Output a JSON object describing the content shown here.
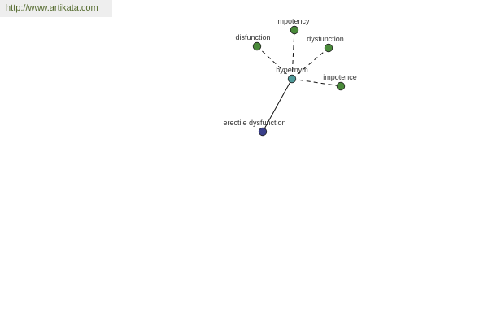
{
  "watermark": {
    "url": "http://www.artikata.com"
  },
  "graph": {
    "center": {
      "id": "hypernym",
      "label": "hypernym",
      "color": "#4f9a9a"
    },
    "nodes": [
      {
        "id": "impotency",
        "label": "impotency",
        "color": "#4a8a3a"
      },
      {
        "id": "disfunction",
        "label": "disfunction",
        "color": "#4a8a3a"
      },
      {
        "id": "dysfunction",
        "label": "dysfunction",
        "color": "#4a8a3a"
      },
      {
        "id": "impotence",
        "label": "impotence",
        "color": "#4a8a3a"
      },
      {
        "id": "erectile-dysfunction",
        "label": "erectile dysfunction",
        "color": "#3a3f8a"
      }
    ],
    "edges": [
      {
        "from": "hypernym",
        "to": "impotency",
        "style": "dashed"
      },
      {
        "from": "hypernym",
        "to": "disfunction",
        "style": "dashed"
      },
      {
        "from": "hypernym",
        "to": "dysfunction",
        "style": "dashed"
      },
      {
        "from": "hypernym",
        "to": "impotence",
        "style": "dashed"
      },
      {
        "from": "hypernym",
        "to": "erectile-dysfunction",
        "style": "solid"
      }
    ]
  }
}
